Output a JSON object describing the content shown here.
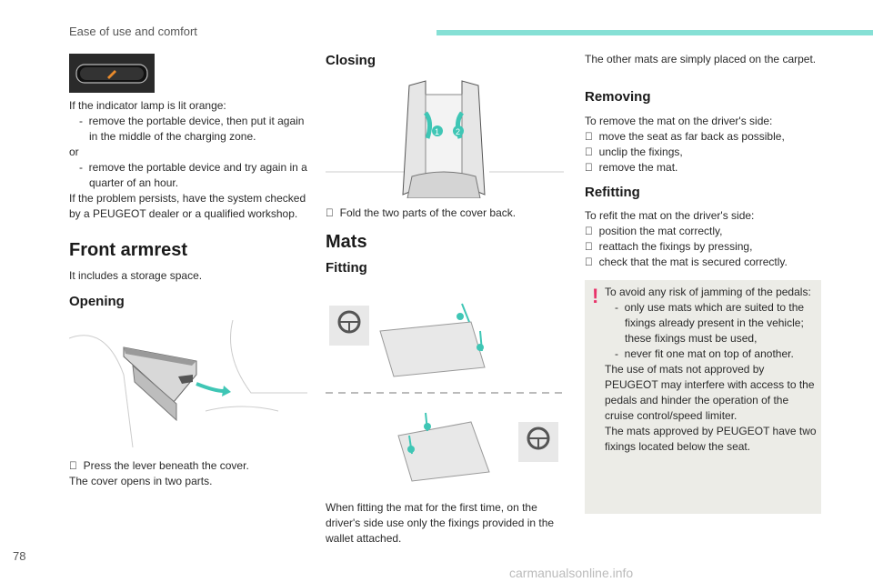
{
  "header": {
    "section_title": "Ease of use and comfort",
    "page_number": "78",
    "accent_color": "#86e0d5"
  },
  "col1": {
    "lamp_text": [
      "If the indicator lamp is lit orange:",
      "-  remove the portable device, then put it again in the middle of the charging zone.",
      "or",
      "-  remove the portable device and try again in a quarter of an hour.",
      "If the problem persists, have the system checked by a PEUGEOT dealer or a qualified workshop."
    ],
    "armrest_title": "Front armrest",
    "armrest_intro": "It includes a storage space.",
    "opening_title": "Opening",
    "opening_step": "  Press the lever beneath the cover.",
    "opening_note": "The cover opens in two parts."
  },
  "col2": {
    "closing_title": "Closing",
    "closing_step": "  Fold the two parts of the cover back.",
    "closing_callouts": [
      "1",
      "2"
    ],
    "mats_title": "Mats",
    "fitting_title": "Fitting",
    "fitting_text": "When fitting the mat for the first time, on the driver's side use only the fixings provided in the wallet attached."
  },
  "col3": {
    "intro": "The other mats are simply placed on the carpet.",
    "removing_title": "Removing",
    "removing_lead": "To remove the mat on the driver's side:",
    "removing_steps": [
      "  move the seat as far back as possible,",
      "  unclip the fixings,",
      "  remove the mat."
    ],
    "refitting_title": "Refitting",
    "refitting_lead": "To refit the mat on the driver's side:",
    "refitting_steps": [
      "  position the mat correctly,",
      "  reattach the fixings by pressing,",
      "  check that the mat is secured correctly."
    ],
    "warning_mark": "!",
    "warning_color": "#e8336a",
    "warning_lines": [
      "To avoid any risk of jamming of the pedals:",
      "-  only use mats which are suited to the fixings already present in the vehicle; these fixings must be used,",
      "-  never fit one mat on top of another.",
      "The use of mats not approved by PEUGEOT may interfere with access to the pedals and hinder the operation of the cruise control/speed limiter.",
      "The mats approved by PEUGEOT have two fixings located below the seat."
    ]
  },
  "watermark": "carmanualsonline.info"
}
